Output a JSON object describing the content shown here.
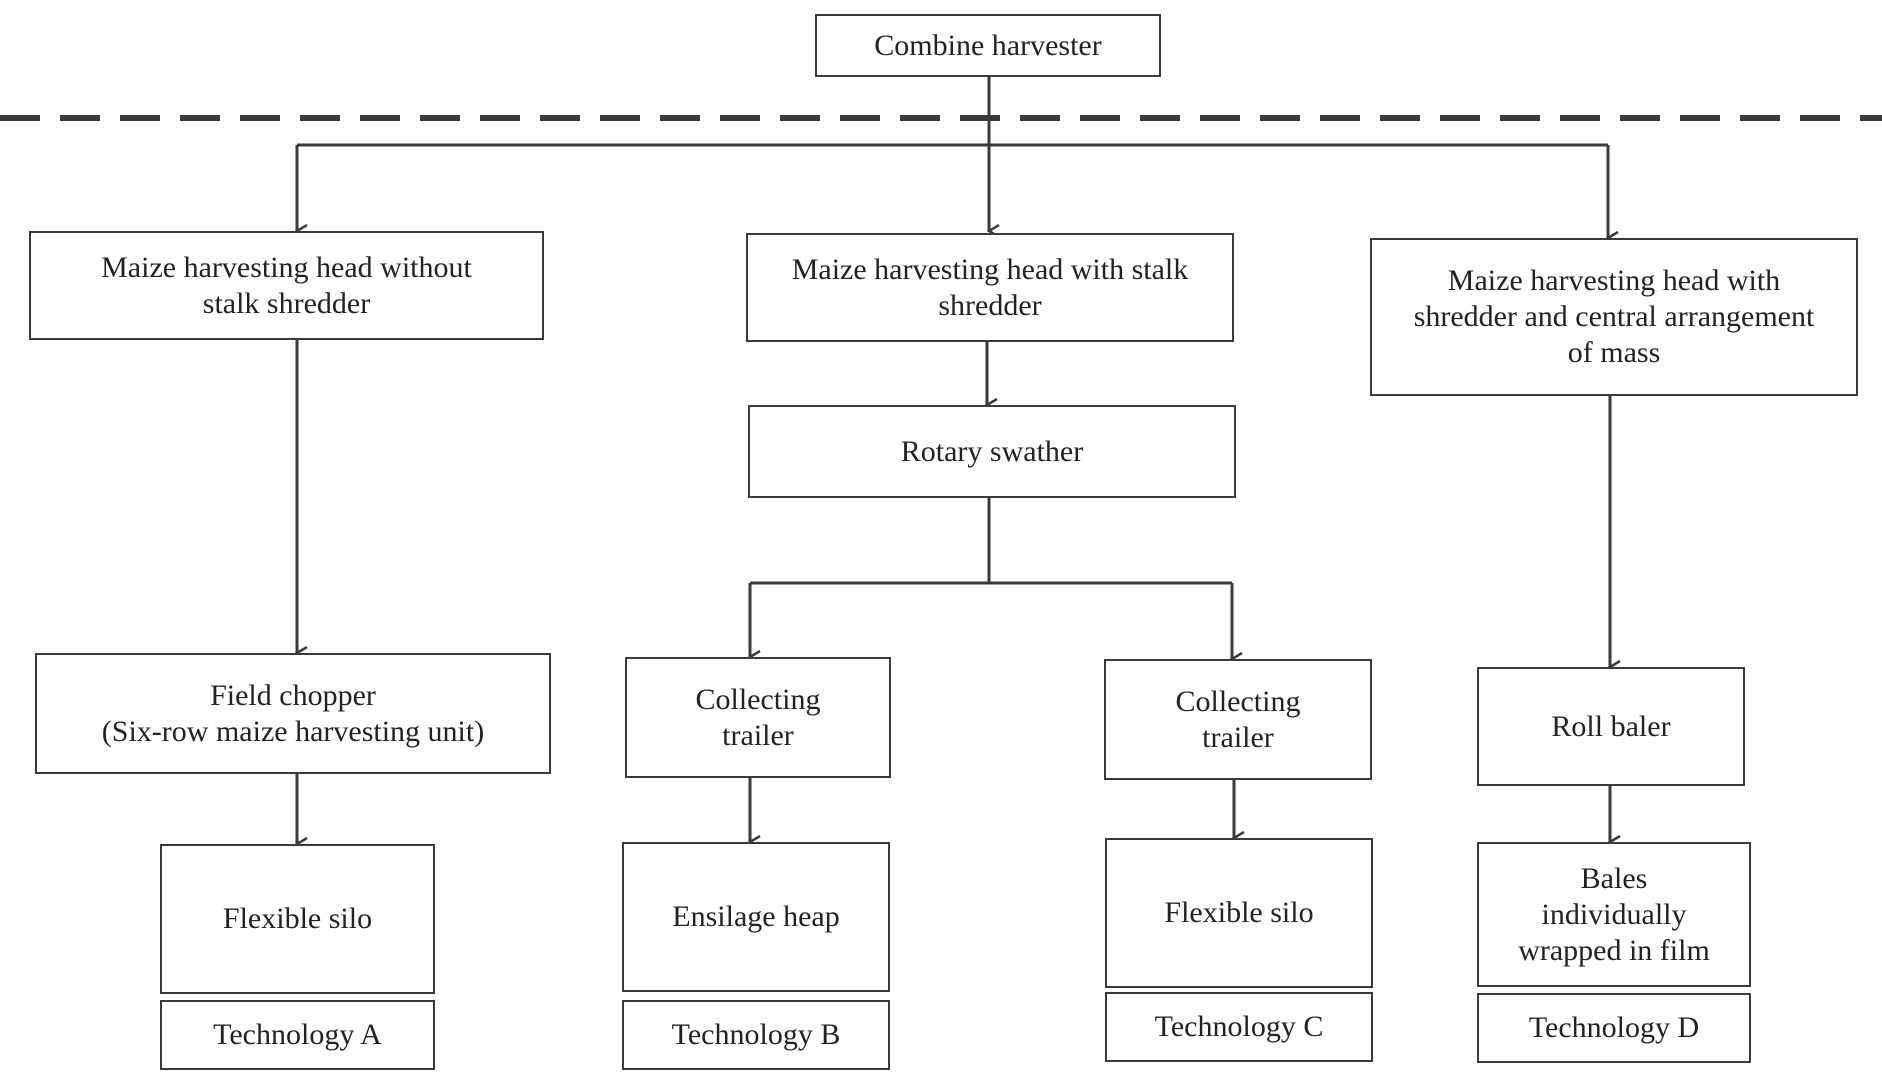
{
  "diagram": {
    "root": {
      "label": "Combine harvester"
    },
    "heads": [
      {
        "label": "Maize harvesting head without\nstalk shredder"
      },
      {
        "label": "Maize harvesting head with stalk\nshredder"
      },
      {
        "label": "Maize harvesting head with\nshredder and central arrangement\nof mass"
      }
    ],
    "rotary_swather": {
      "label": "Rotary swather"
    },
    "field_chopper": {
      "label": "Field chopper\n(Six-row maize harvesting unit)"
    },
    "collecting_trailer_b": {
      "label": "Collecting\ntrailer"
    },
    "collecting_trailer_c": {
      "label": "Collecting\ntrailer"
    },
    "roll_baler": {
      "label": "Roll baler"
    },
    "storage": [
      {
        "label": "Flexible silo"
      },
      {
        "label": "Ensilage heap"
      },
      {
        "label": "Flexible silo"
      },
      {
        "label": "Bales\nindividually\nwrapped in film"
      }
    ],
    "technologies": [
      {
        "label": "Technology A"
      },
      {
        "label": "Technology B"
      },
      {
        "label": "Technology C"
      },
      {
        "label": "Technology D"
      }
    ]
  },
  "colors": {
    "line": "#3a3a3a",
    "box_border": "#3a3a3a",
    "background": "#ffffff"
  }
}
